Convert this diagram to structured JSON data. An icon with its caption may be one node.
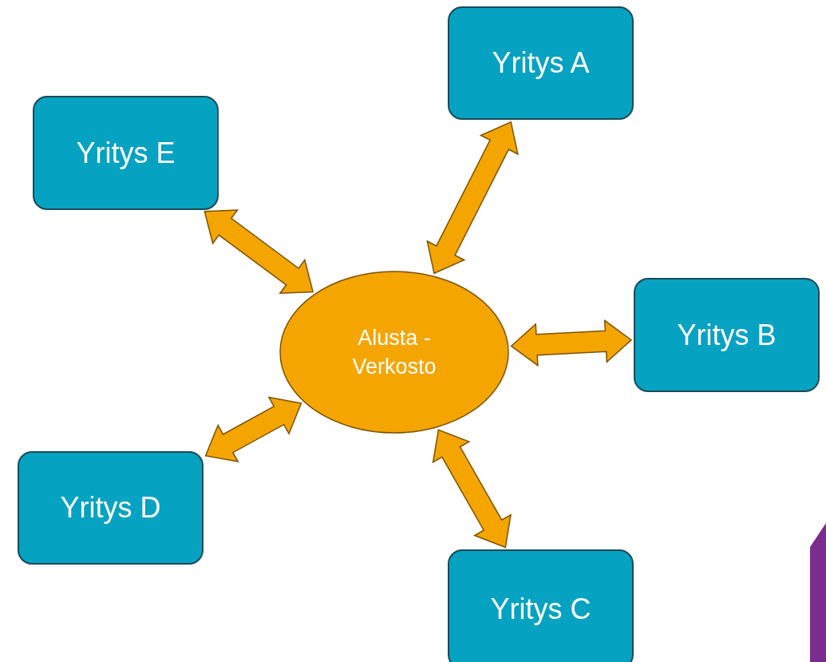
{
  "diagram": {
    "nodes": [
      {
        "text": [
          "Yritys A"
        ]
      },
      {
        "text": [
          "Yritys E"
        ]
      },
      {
        "text": [
          "Alusta - Verkosto"
        ]
      },
      {
        "text": [
          "Yritys B"
        ]
      },
      {
        "text": [
          "Yritys D"
        ]
      },
      {
        "text": [
          "Yritys C"
        ]
      }
    ],
    "edges": [
      {
        "from": 2,
        "to": 0,
        "arrow": "both"
      },
      {
        "from": 2,
        "to": 1,
        "arrow": "both"
      },
      {
        "from": 2,
        "to": 3,
        "arrow": "both"
      },
      {
        "from": 2,
        "to": 4,
        "arrow": "both"
      },
      {
        "from": 2,
        "to": 5,
        "arrow": "both"
      }
    ]
  }
}
